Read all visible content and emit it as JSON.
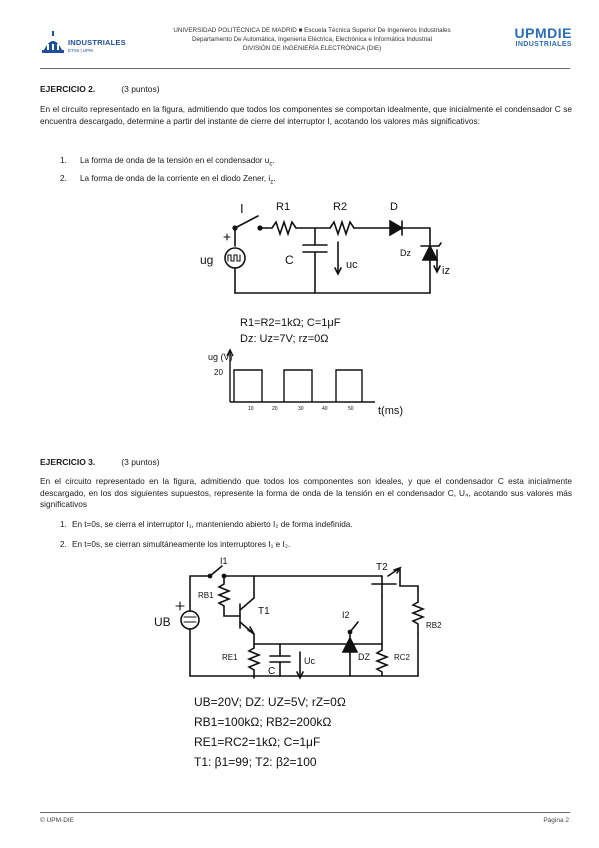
{
  "header": {
    "logo_left_text": "INDUSTRIALES",
    "logo_left_sub": "ETSII | UPM",
    "line1": "UNIVERSIDAD POLITÉCNICA DE MADRID ■ Escuela Técnica Superior De Ingenieros Industriales",
    "line2": "Departamento De Automática, Ingeniería Eléctrica, Electrónica e Informática Industrial",
    "line3": "DIVISIÓN DE INGENIERÍA ELECTRÓNICA (DIE)",
    "logo_right_big": "UPMDIE",
    "logo_right_small": "INDUSTRIALES"
  },
  "ex2": {
    "title": "EJERCICIO 2.",
    "points": "(3 puntos)",
    "statement": "En el circuito representado en la figura, admitiendo que todos los componentes se comportan idealmente, que inicialmente el condensador C se encuentra descargado, determine a partir del instante de cierre del interruptor I, acotando los valores más significativos:",
    "items": [
      {
        "num": "1.",
        "text": "La forma de onda de la tensión en el condensador u",
        "sub": "c",
        "end": "."
      },
      {
        "num": "2.",
        "text": "La forma de onda de la corriente en el diodo Zener, i",
        "sub": "z",
        "end": "."
      }
    ],
    "circuit": {
      "switch": "I",
      "r1": "R1",
      "r2": "R2",
      "diode": "D",
      "cap": "C",
      "uc": "uc",
      "dz": "Dz",
      "iz": "iz",
      "src": "ug",
      "params1": "R1=R2=1kΩ; C=1μF",
      "params2": "Dz: Uz=7V; rz=0Ω"
    },
    "waveform": {
      "ylabel": "ug (V)",
      "ytick": "20",
      "xlabel": "t(ms)",
      "xticks": [
        "10",
        "20",
        "30",
        "40",
        "50"
      ]
    }
  },
  "ex3": {
    "title": "EJERCICIO 3.",
    "points": "(3 puntos)",
    "statement": "En el circuito representado en la figura, admitiendo que todos los componentes son ideales, y que el condensador C esta inicialmente descargado, en los dos siguientes supuestos, represente la forma de onda de la tensión en el condensador C, U₄, acotando sus valores más significativos",
    "items": [
      {
        "num": "1.",
        "text": "En t=0s, se cierra el interruptor I₁, manteniendo abierto I₂ de forma indefinida."
      },
      {
        "num": "2.",
        "text": "En t=0s, se cierran simultáneamente los interruptores I₁ e I₂."
      }
    ],
    "circuit": {
      "i1": "I1",
      "i2": "I2",
      "t1": "T1",
      "t2": "T2",
      "rb1": "RB1",
      "re1": "RE1",
      "rb2": "RB2",
      "rc2": "RC2",
      "cap": "C",
      "uc": "Uc",
      "dz": "DZ",
      "src": "UB",
      "params1": "UB=20V; DZ: UZ=5V; rZ=0Ω",
      "params2": "RB1=100kΩ; RB2=200kΩ",
      "params3": "RE1=RC2=1kΩ; C=1μF",
      "params4": "T1: β1=99; T2: β2=100"
    }
  },
  "footer": {
    "left": "© UPM-DIE",
    "right": "Página 2"
  }
}
